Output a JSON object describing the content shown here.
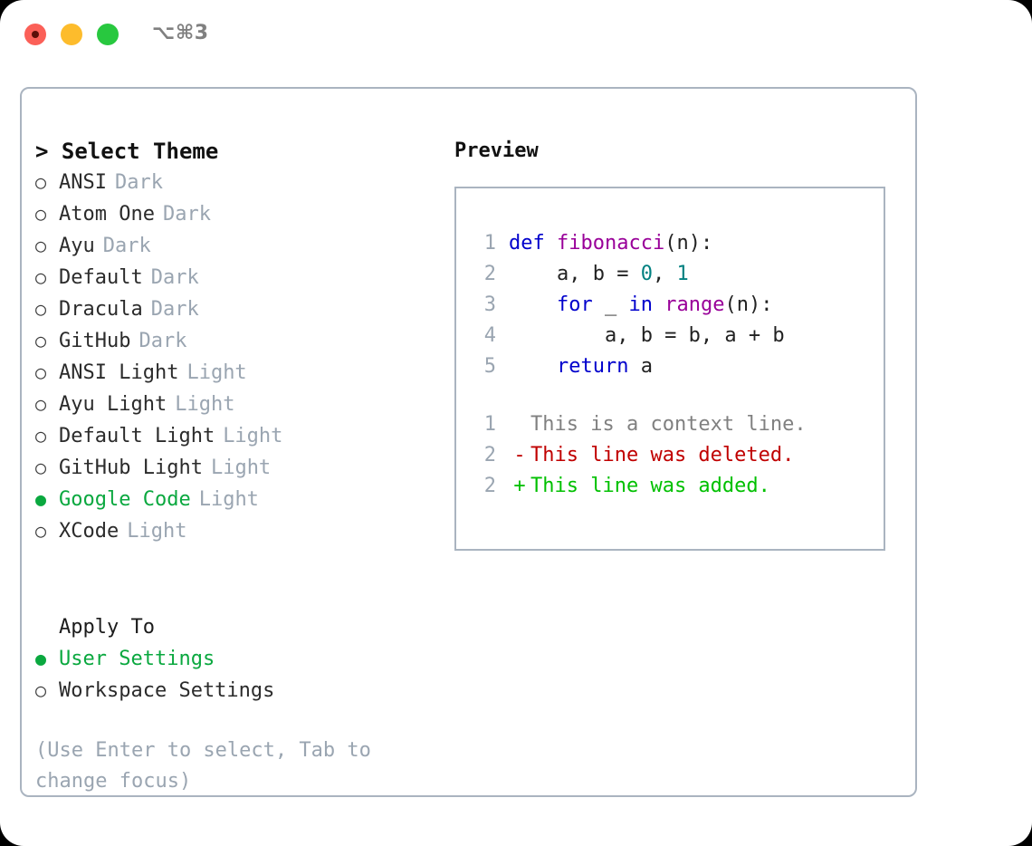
{
  "titlebar": {
    "shortcut": "⌥⌘3",
    "buttons": {
      "close": "close",
      "minimize": "minimize",
      "maximize": "maximize"
    }
  },
  "theme_picker": {
    "header": "> Select Theme",
    "selected_marker": "●",
    "unselected_marker": "○",
    "items": [
      {
        "name": "ANSI",
        "badge": "Dark",
        "selected": false
      },
      {
        "name": "Atom One",
        "badge": "Dark",
        "selected": false
      },
      {
        "name": "Ayu",
        "badge": "Dark",
        "selected": false
      },
      {
        "name": "Default",
        "badge": "Dark",
        "selected": false
      },
      {
        "name": "Dracula",
        "badge": "Dark",
        "selected": false
      },
      {
        "name": "GitHub",
        "badge": "Dark",
        "selected": false
      },
      {
        "name": "ANSI Light",
        "badge": "Light",
        "selected": false
      },
      {
        "name": "Ayu Light",
        "badge": "Light",
        "selected": false
      },
      {
        "name": "Default Light",
        "badge": "Light",
        "selected": false
      },
      {
        "name": "GitHub Light",
        "badge": "Light",
        "selected": false
      },
      {
        "name": "Google Code",
        "badge": "Light",
        "selected": true
      },
      {
        "name": "XCode",
        "badge": "Light",
        "selected": false
      }
    ]
  },
  "apply_to": {
    "header": "Apply To",
    "options": [
      {
        "label": "User Settings",
        "selected": true
      },
      {
        "label": "Workspace Settings",
        "selected": false
      }
    ]
  },
  "hint": "(Use Enter to select, Tab to change focus)",
  "preview": {
    "header": "Preview",
    "code_lines": [
      {
        "number": "1",
        "tokens": [
          {
            "t": "def ",
            "c": "kw"
          },
          {
            "t": "fibonacci",
            "c": "fn"
          },
          {
            "t": "(n):",
            "c": "pln"
          }
        ]
      },
      {
        "number": "2",
        "tokens": [
          {
            "t": "    a, b = ",
            "c": "pln"
          },
          {
            "t": "0",
            "c": "num"
          },
          {
            "t": ", ",
            "c": "pln"
          },
          {
            "t": "1",
            "c": "num"
          }
        ]
      },
      {
        "number": "3",
        "tokens": [
          {
            "t": "    ",
            "c": "pln"
          },
          {
            "t": "for",
            "c": "kw"
          },
          {
            "t": " _ ",
            "c": "pln"
          },
          {
            "t": "in",
            "c": "kw"
          },
          {
            "t": " ",
            "c": "pln"
          },
          {
            "t": "range",
            "c": "fn"
          },
          {
            "t": "(n):",
            "c": "pln"
          }
        ]
      },
      {
        "number": "4",
        "tokens": [
          {
            "t": "        a, b = b, a + b",
            "c": "pln"
          }
        ]
      },
      {
        "number": "5",
        "tokens": [
          {
            "t": "    ",
            "c": "pln"
          },
          {
            "t": "return",
            "c": "kw"
          },
          {
            "t": " a",
            "c": "pln"
          }
        ]
      }
    ],
    "diff_lines": [
      {
        "number": "1",
        "sign": " ",
        "text": "This is a context line.",
        "kind": "ctx"
      },
      {
        "number": "2",
        "sign": "-",
        "text": "This line was deleted.",
        "kind": "del"
      },
      {
        "number": "2",
        "sign": "+",
        "text": "This line was added.",
        "kind": "add"
      }
    ]
  },
  "colors": {
    "accent_green": "#0aa83f",
    "muted_badge": "#9aa5b1",
    "panel_border": "#aab4c0",
    "keyword": "#0000cc",
    "function": "#990099",
    "number": "#008080",
    "diff_deleted": "#c00000",
    "diff_added": "#00c000",
    "diff_context": "#808080"
  }
}
